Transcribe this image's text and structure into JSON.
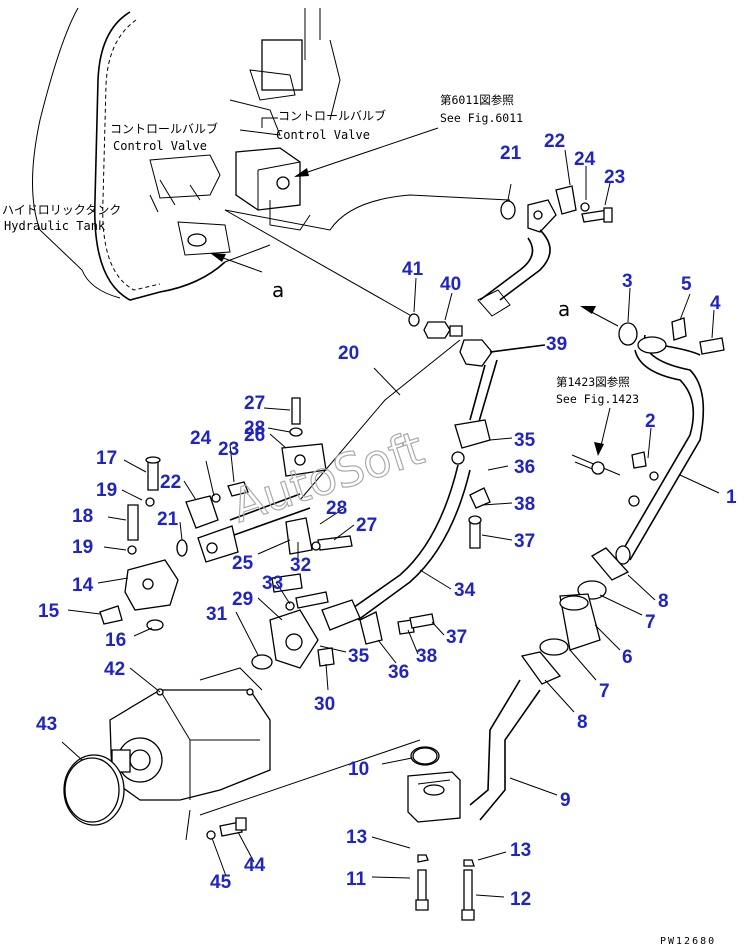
{
  "labels": {
    "tank_jp": "ハイドロリックタンク",
    "tank_en": "Hydraulic Tank",
    "cv1_jp": "コントロールバルブ",
    "cv1_en": "Control Valve",
    "cv2_jp": "コントロールバルブ",
    "cv2_en": "Control Valve",
    "ref6011_jp": "第6011図参照",
    "ref6011_en": "See Fig.6011",
    "ref1423_jp": "第1423図参照",
    "ref1423_en": "See Fig.1423",
    "marker_a1": "a",
    "marker_a2": "a",
    "watermark": "AutoSoft",
    "figure_code": "PW12680"
  },
  "callouts": {
    "n1": "1",
    "n2": "2",
    "n3": "3",
    "n4": "4",
    "n5": "5",
    "n6": "6",
    "n7a": "7",
    "n7b": "7",
    "n8a": "8",
    "n8b": "8",
    "n9": "9",
    "n10": "10",
    "n11": "11",
    "n12": "12",
    "n13a": "13",
    "n13b": "13",
    "n14": "14",
    "n15": "15",
    "n16": "16",
    "n17": "17",
    "n18": "18",
    "n19a": "19",
    "n19b": "19",
    "n20": "20",
    "n21a": "21",
    "n21b": "21",
    "n22a": "22",
    "n22b": "22",
    "n23a": "23",
    "n23b": "23",
    "n24a": "24",
    "n24b": "24",
    "n25": "25",
    "n26": "26",
    "n27a": "27",
    "n27b": "27",
    "n28a": "28",
    "n28b": "28",
    "n29": "29",
    "n30": "30",
    "n31": "31",
    "n32": "32",
    "n33": "33",
    "n34": "34",
    "n35a": "35",
    "n35b": "35",
    "n36a": "36",
    "n36b": "36",
    "n37a": "37",
    "n37b": "37",
    "n38a": "38",
    "n38b": "38",
    "n39": "39",
    "n40": "40",
    "n41": "41",
    "n42": "42",
    "n43": "43",
    "n44": "44",
    "n45": "45"
  },
  "colors": {
    "callout": "#1f24c6",
    "ink": "#000000",
    "watermark": "#aaaaaa"
  }
}
